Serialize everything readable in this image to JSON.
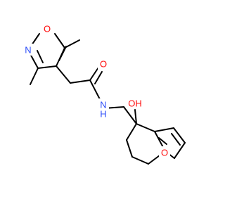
{
  "atoms": {
    "isoxazole_o": "O",
    "isoxazole_n": "N",
    "carbonyl_o": "O",
    "amide_n": "N",
    "amide_h": "H",
    "hydroxy": "OH",
    "furan_o": "O"
  },
  "colors": {
    "bond": "#000000",
    "oxygen": "#ff0d0d",
    "nitrogen": "#3050f8"
  }
}
